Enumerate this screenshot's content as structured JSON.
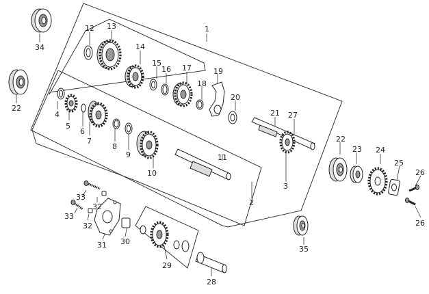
{
  "diagram": {
    "callouts": [
      "1",
      "2",
      "3",
      "4",
      "5",
      "6",
      "7",
      "8",
      "9",
      "10",
      "11",
      "12",
      "13",
      "14",
      "15",
      "16",
      "17",
      "18",
      "19",
      "20",
      "21",
      "22",
      "22",
      "23",
      "24",
      "25",
      "26",
      "26",
      "27",
      "28",
      "29",
      "30",
      "31",
      "32",
      "32",
      "33",
      "33",
      "34",
      "35"
    ]
  }
}
